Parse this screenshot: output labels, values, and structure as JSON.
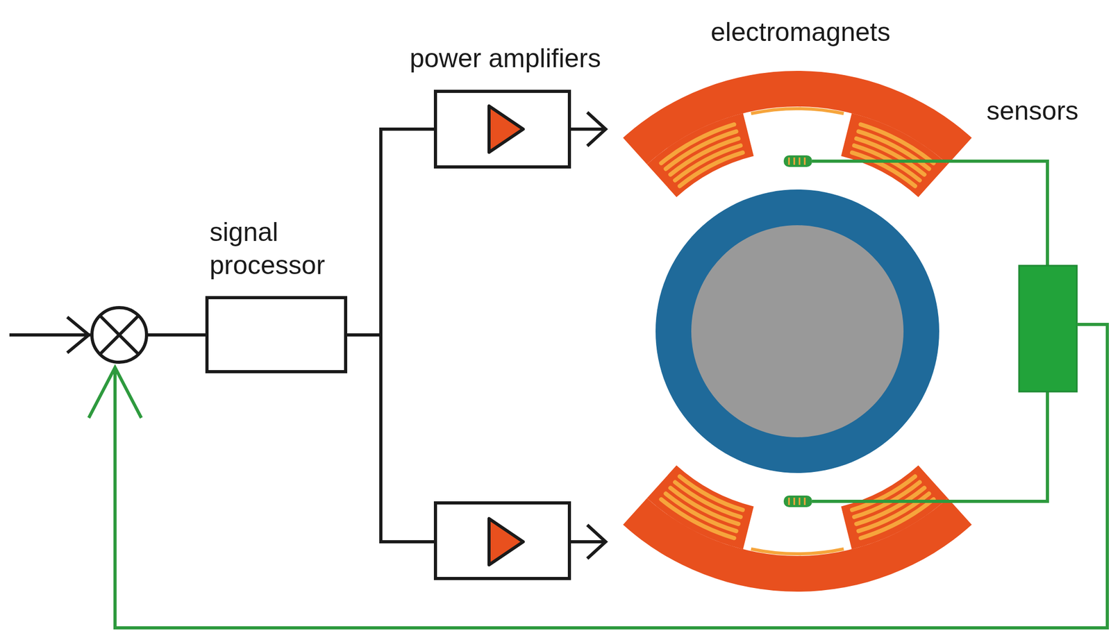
{
  "diagram": {
    "nodes": [
      {
        "text": [
          "signal processor"
        ]
      }
    ],
    "labels": [
      "power amplifiers",
      "electromagnets",
      "sensors"
    ]
  }
}
